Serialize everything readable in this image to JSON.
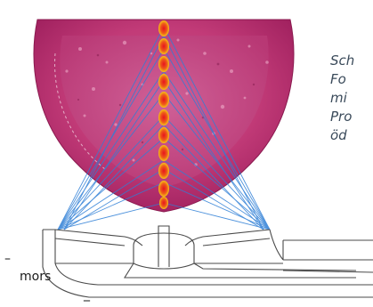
{
  "caption_right": {
    "lines": [
      "Sch",
      "Fo",
      "mi",
      "Pro",
      "öd"
    ]
  },
  "caption_left": {
    "line1": "–",
    "line2": "mors",
    "line3": "_"
  },
  "colors": {
    "tissue": "#c23b78",
    "tissue_light": "#e06aa0",
    "beam": "#2f7fd6",
    "focus_core": "#e8141e",
    "focus_halo": "#f6c315",
    "device_outline": "#4a4a4a"
  }
}
